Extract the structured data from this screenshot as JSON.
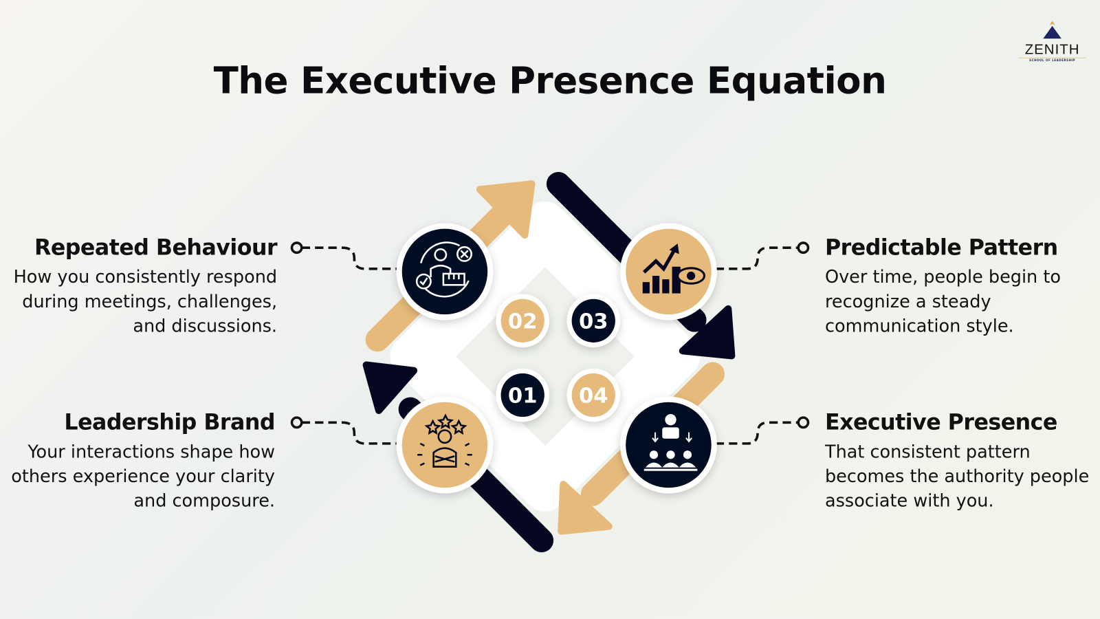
{
  "title": "The Executive Presence Equation",
  "logo": {
    "name": "ZENITH",
    "tagline": "SCHOOL OF LEADERSHIP"
  },
  "colors": {
    "dark": "#050720",
    "gold": "#E6BA7A"
  },
  "steps": [
    {
      "number": "01",
      "heading": "Leadership Brand",
      "text": "Your interactions shape how others experience your clarity and composure.",
      "icon": "confident-person-stars-icon"
    },
    {
      "number": "02",
      "heading": "Repeated Behaviour",
      "text": "How you consistently respond during meetings, challenges, and discussions.",
      "icon": "person-choice-basket-icon"
    },
    {
      "number": "03",
      "heading": "Predictable Pattern",
      "text": "Over time, people begin to recognize a steady communication style.",
      "icon": "growth-chart-eye-icon"
    },
    {
      "number": "04",
      "heading": "Executive Presence",
      "text": "That consistent pattern becomes the authority people associate with you.",
      "icon": "leader-audience-icon"
    }
  ]
}
